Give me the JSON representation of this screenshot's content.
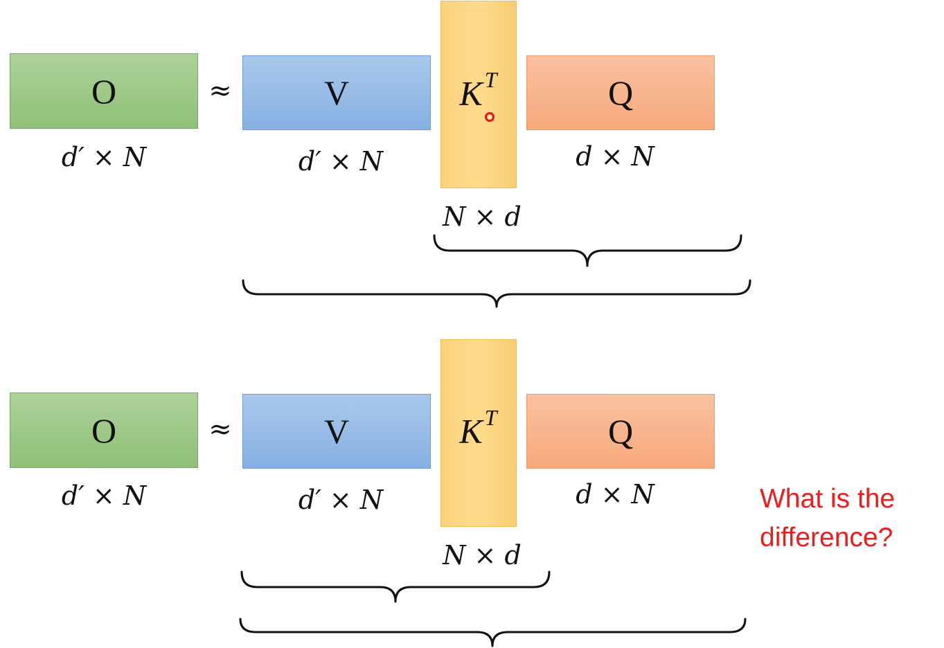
{
  "rows": [
    {
      "o_label": "O",
      "approx": "≈",
      "v_label": "V",
      "k_label": "K",
      "k_sup": "T",
      "q_label": "Q",
      "o_dim": "d′ × N",
      "v_dim": "d′ × N",
      "k_dim": "N × d",
      "q_dim": "d × N",
      "grouping": "V(KᵀQ)"
    },
    {
      "o_label": "O",
      "approx": "≈",
      "v_label": "V",
      "k_label": "K",
      "k_sup": "T",
      "q_label": "Q",
      "o_dim": "d′ × N",
      "v_dim": "d′ × N",
      "k_dim": "N × d",
      "q_dim": "d × N",
      "grouping": "(VKᵀ)Q"
    }
  ],
  "question": {
    "line1": "What is the",
    "line2": "difference?"
  },
  "colors": {
    "o": "#9ccb87",
    "v": "#96bce7",
    "k": "#fdd684",
    "q": "#f8b58e",
    "question": "#ee1c1c",
    "bracket": "#111111",
    "cursor": "#e8141b"
  }
}
